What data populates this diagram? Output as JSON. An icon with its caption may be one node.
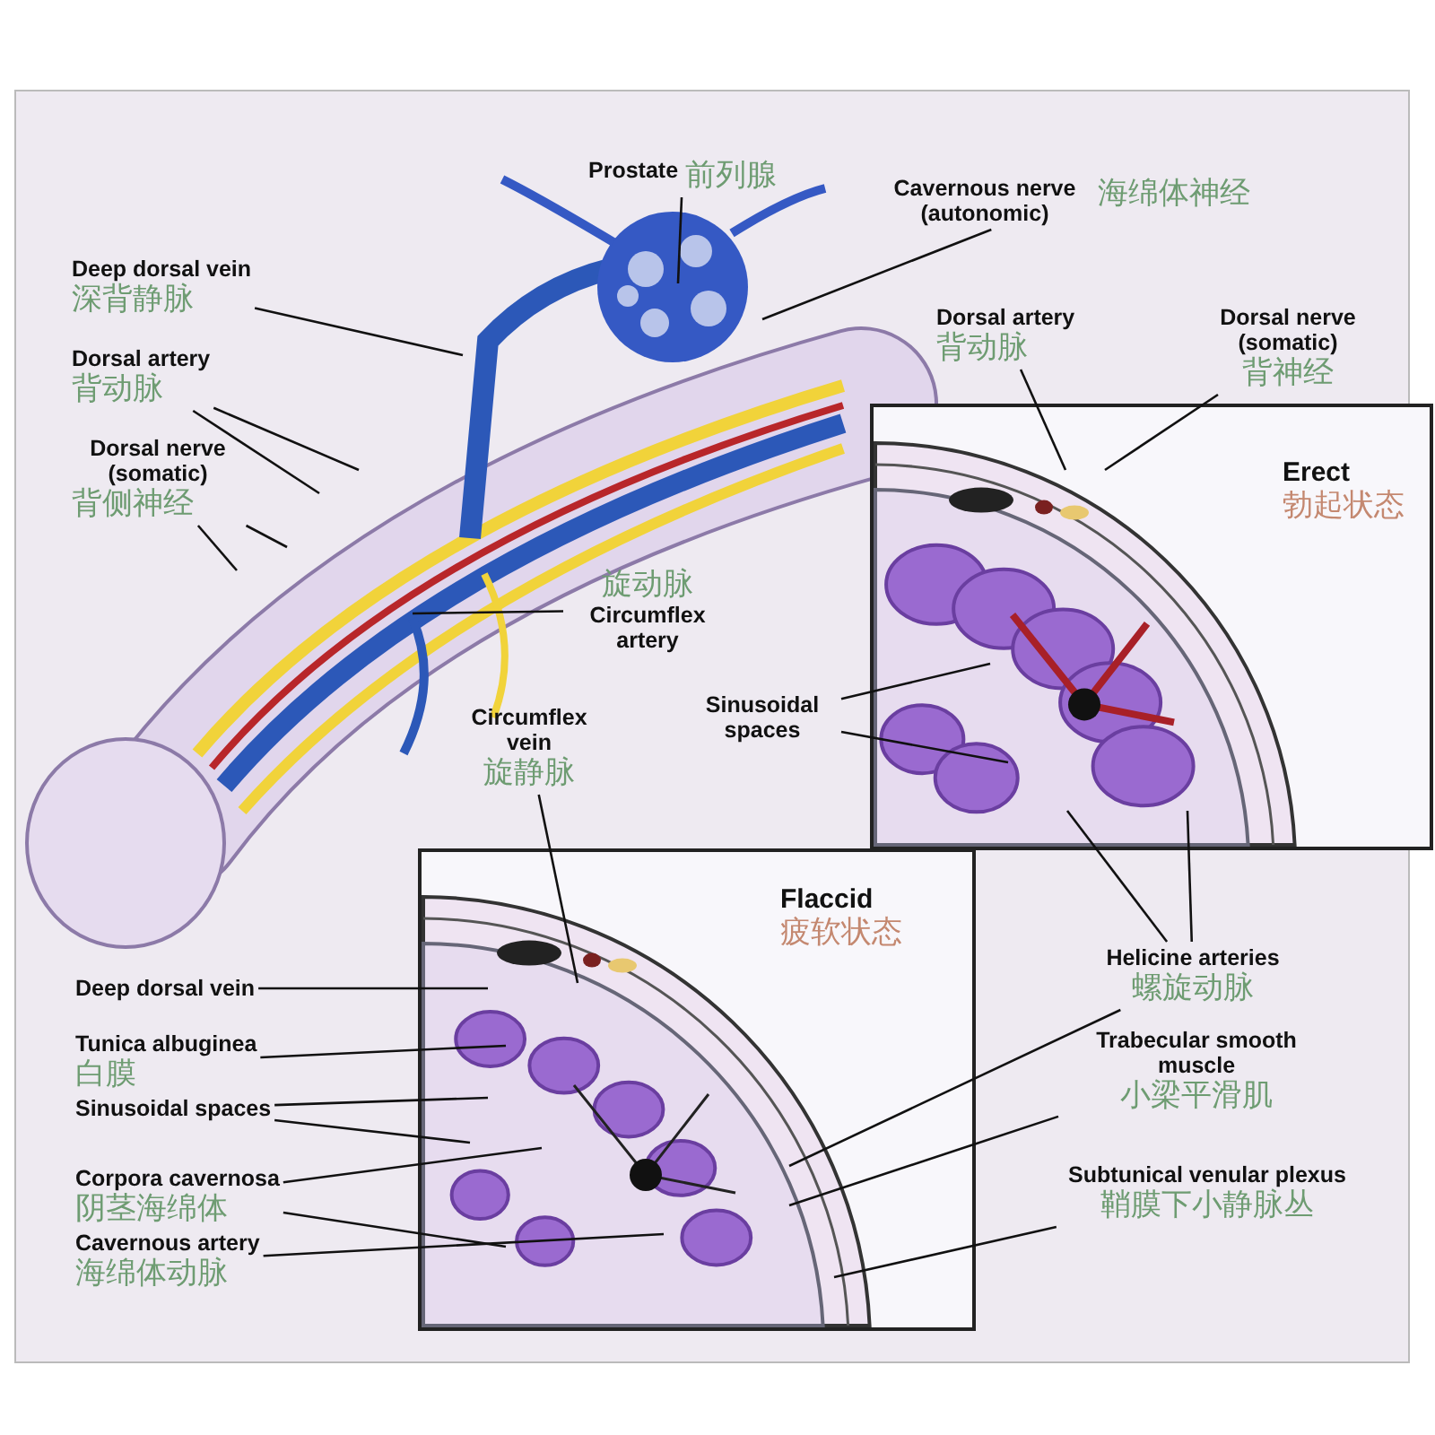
{
  "diagram": {
    "nodes": [
      {
        "text": [
          "Erect",
          "勃起状态"
        ]
      },
      {
        "text": [
          "Flaccid",
          "疲软状态"
        ]
      },
      {
        "text": [
          "Prostate",
          "前列腺"
        ]
      },
      {
        "text": [
          "Cavernous nerve (autonomic)",
          "海绵体神经"
        ]
      },
      {
        "text": [
          "Deep dorsal vein",
          "深背静脉"
        ]
      },
      {
        "text": [
          "Dorsal artery",
          "背动脉"
        ]
      },
      {
        "text": [
          "Dorsal nerve (somatic)",
          "背侧神经"
        ]
      },
      {
        "text": [
          "旋动脉",
          "Circumflex artery"
        ]
      },
      {
        "text": [
          "Circumflex vein",
          "旋静脉"
        ]
      },
      {
        "text": [
          "Dorsal artery",
          "背动脉"
        ]
      },
      {
        "text": [
          "Dorsal nerve (somatic)",
          "背神经"
        ]
      },
      {
        "text": [
          "Sinusoidal spaces"
        ]
      },
      {
        "text": [
          "Deep dorsal vein"
        ]
      },
      {
        "text": [
          "Tunica albuginea",
          "白膜"
        ]
      },
      {
        "text": [
          "Sinusoidal spaces"
        ]
      },
      {
        "text": [
          "Corpora cavernosa",
          "阴茎海绵体"
        ]
      },
      {
        "text": [
          "Cavernous artery",
          "海绵体动脉"
        ]
      },
      {
        "text": [
          "Helicine arteries",
          "螺旋动脉"
        ]
      },
      {
        "text": [
          "Trabecular smooth muscle",
          "小梁平滑肌"
        ]
      },
      {
        "text": [
          "Subtunical venular plexus",
          "鞘膜下小静脉丛"
        ]
      }
    ],
    "edges": [
      {
        "from": 2,
        "to": null,
        "arrow": "none"
      },
      {
        "from": 3,
        "to": null,
        "arrow": "none"
      },
      {
        "from": 4,
        "to": null,
        "arrow": "none"
      },
      {
        "from": 5,
        "to": null,
        "arrow": "none"
      },
      {
        "from": 5,
        "to": null,
        "arrow": "none"
      },
      {
        "from": 6,
        "to": null,
        "arrow": "none"
      },
      {
        "from": 6,
        "to": null,
        "arrow": "none"
      },
      {
        "from": 7,
        "to": null,
        "arrow": "none"
      },
      {
        "from": 8,
        "to": 1,
        "arrow": "none"
      },
      {
        "from": 9,
        "to": 0,
        "arrow": "none"
      },
      {
        "from": 10,
        "to": 0,
        "arrow": "none"
      },
      {
        "from": 11,
        "to": 0,
        "arrow": "none"
      },
      {
        "from": 11,
        "to": 0,
        "arrow": "none"
      },
      {
        "from": 12,
        "to": 1,
        "arrow": "none"
      },
      {
        "from": 13,
        "to": 1,
        "arrow": "none"
      },
      {
        "from": 14,
        "to": 1,
        "arrow": "none"
      },
      {
        "from": 14,
        "to": 1,
        "arrow": "none"
      },
      {
        "from": 15,
        "to": 1,
        "arrow": "none"
      },
      {
        "from": 15,
        "to": 1,
        "arrow": "none"
      },
      {
        "from": 16,
        "to": 1,
        "arrow": "none"
      },
      {
        "from": 17,
        "to": 0,
        "arrow": "none"
      },
      {
        "from": 17,
        "to": 0,
        "arrow": "none"
      },
      {
        "from": 17,
        "to": 1,
        "arrow": "none"
      },
      {
        "from": 18,
        "to": 1,
        "arrow": "none"
      },
      {
        "from": 19,
        "to": 1,
        "arrow": "none"
      }
    ]
  }
}
